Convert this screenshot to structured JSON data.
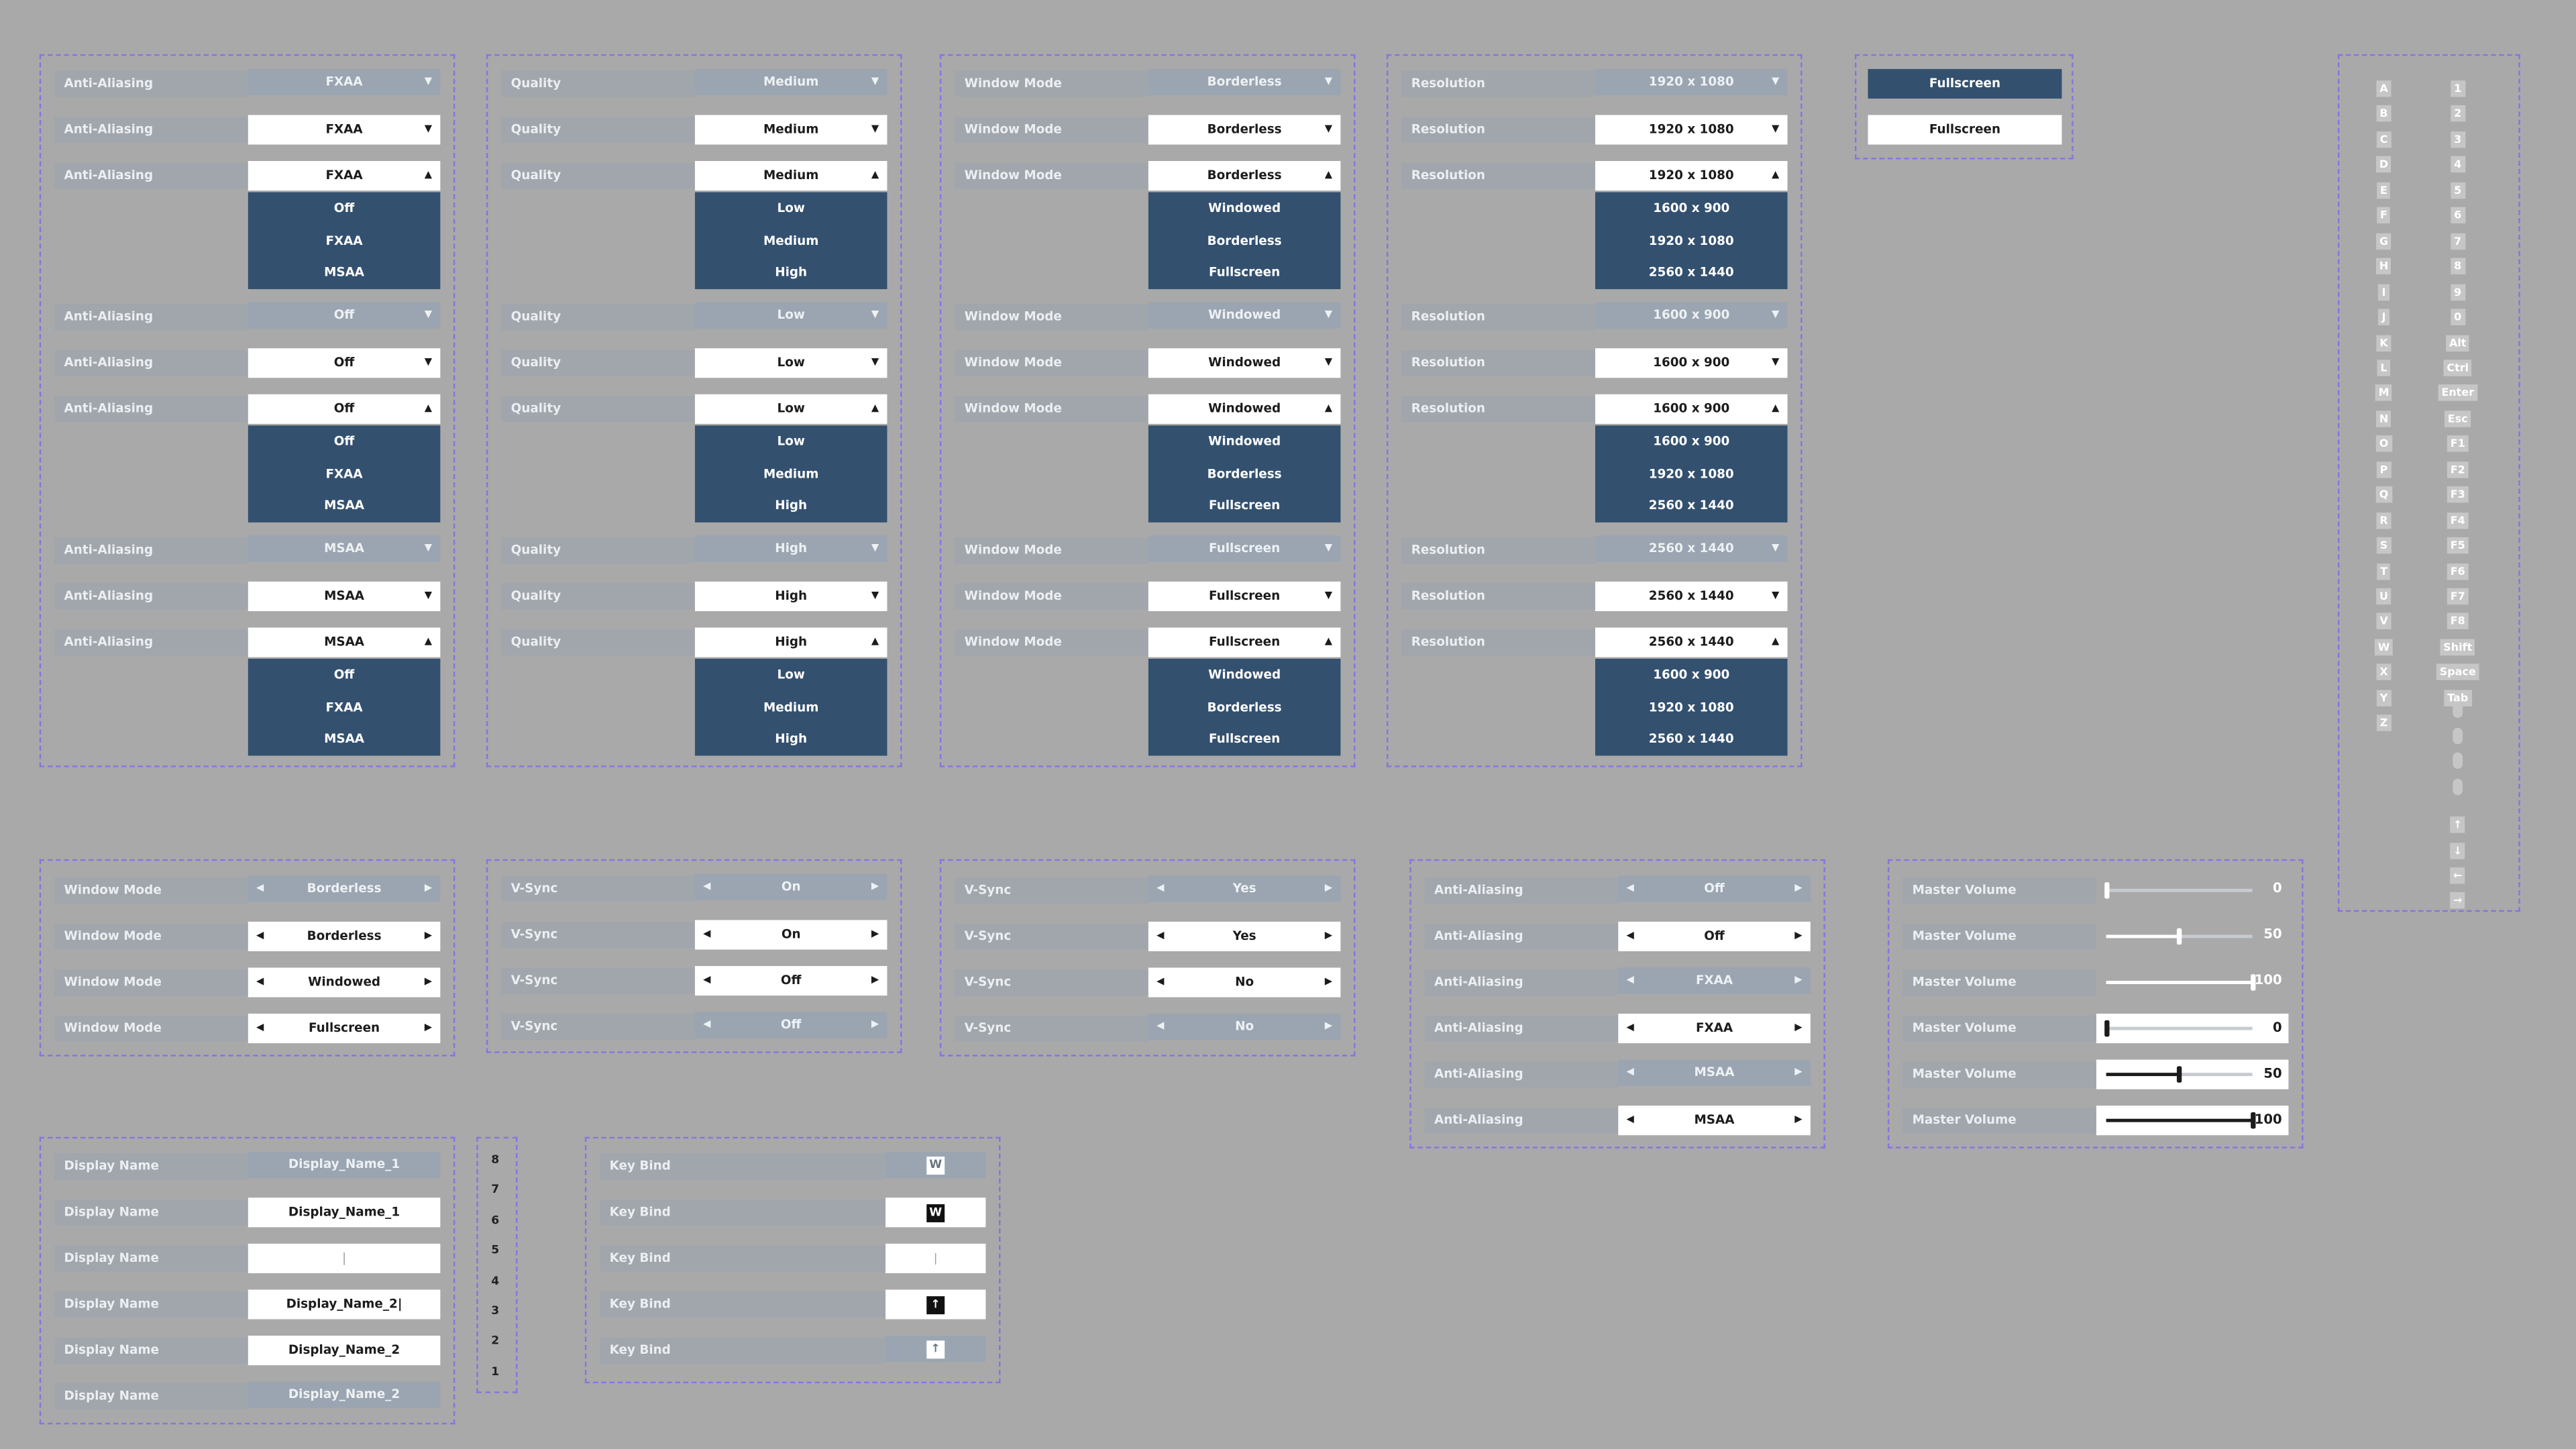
{
  "colors": {
    "background": "#a9a9a9",
    "label_bg": "#a1a6ad",
    "control_normal": "#9aa5b1",
    "control_active": "#ffffff",
    "selected": "#33506f",
    "group_border": "#8a72e0"
  },
  "dropdowns": [
    {
      "label": "Anti-Aliasing",
      "options": [
        "Off",
        "FXAA",
        "MSAA"
      ],
      "order": [
        "FXAA",
        "Off",
        "MSAA"
      ]
    },
    {
      "label": "Quality",
      "options": [
        "Low",
        "Medium",
        "High"
      ],
      "order": [
        "Medium",
        "Low",
        "High"
      ]
    },
    {
      "label": "Window Mode",
      "options": [
        "Windowed",
        "Borderless",
        "Fullscreen"
      ],
      "order": [
        "Borderless",
        "Windowed",
        "Fullscreen"
      ]
    },
    {
      "label": "Resolution",
      "options": [
        "1600 x 900",
        "1920 x 1080",
        "2560 x 1440"
      ],
      "order": [
        "1920 x 1080",
        "1600 x 900",
        "2560 x 1440"
      ]
    }
  ],
  "buttons": {
    "fullscreen_selected": "Fullscreen",
    "fullscreen_normal": "Fullscreen"
  },
  "steppers": [
    {
      "label": "Window Mode",
      "rows": [
        {
          "value": "Borderless",
          "state": "n"
        },
        {
          "value": "Borderless",
          "state": "a"
        },
        {
          "value": "Windowed",
          "state": "a"
        },
        {
          "value": "Fullscreen",
          "state": "a"
        }
      ]
    },
    {
      "label": "V-Sync",
      "rows": [
        {
          "value": "On",
          "state": "n"
        },
        {
          "value": "On",
          "state": "a"
        },
        {
          "value": "Off",
          "state": "a"
        },
        {
          "value": "Off",
          "state": "n"
        }
      ]
    },
    {
      "label": "V-Sync",
      "rows": [
        {
          "value": "Yes",
          "state": "n"
        },
        {
          "value": "Yes",
          "state": "a"
        },
        {
          "value": "No",
          "state": "a"
        },
        {
          "value": "No",
          "state": "n"
        }
      ]
    },
    {
      "label": "Anti-Aliasing",
      "rows": [
        {
          "value": "Off",
          "state": "n"
        },
        {
          "value": "Off",
          "state": "a"
        },
        {
          "value": "FXAA",
          "state": "n"
        },
        {
          "value": "FXAA",
          "state": "a"
        },
        {
          "value": "MSAA",
          "state": "n"
        },
        {
          "value": "MSAA",
          "state": "a"
        }
      ]
    }
  ],
  "sliders": {
    "label": "Master Volume",
    "rows": [
      {
        "value": 0,
        "state": "n"
      },
      {
        "value": 50,
        "state": "n"
      },
      {
        "value": 100,
        "state": "n"
      },
      {
        "value": 0,
        "state": "a"
      },
      {
        "value": 50,
        "state": "a"
      },
      {
        "value": 100,
        "state": "a"
      }
    ]
  },
  "text_inputs": {
    "label": "Display Name",
    "rows": [
      {
        "value": "Display_Name_1",
        "state": "n"
      },
      {
        "value": "Display_Name_1",
        "state": "a"
      },
      {
        "value": "|",
        "state": "a"
      },
      {
        "value": "Display_Name_2|",
        "state": "a"
      },
      {
        "value": "Display_Name_2",
        "state": "a"
      },
      {
        "value": "Display_Name_2",
        "state": "n"
      }
    ]
  },
  "number_list": [
    "8",
    "7",
    "6",
    "5",
    "4",
    "3",
    "2",
    "1"
  ],
  "keybinds": {
    "label": "Key Bind",
    "rows": [
      {
        "icon": "W",
        "state": "n"
      },
      {
        "icon": "W",
        "state": "a"
      },
      {
        "icon": "|",
        "state": "a"
      },
      {
        "icon": "↑",
        "state": "a"
      },
      {
        "icon": "↑",
        "state": "n"
      }
    ]
  },
  "key_glyphs": {
    "letters": [
      "A",
      "B",
      "C",
      "D",
      "E",
      "F",
      "G",
      "H",
      "I",
      "J",
      "K",
      "L",
      "M",
      "N",
      "O",
      "P",
      "Q",
      "R",
      "S",
      "T",
      "U",
      "V",
      "W",
      "X",
      "Y",
      "Z"
    ],
    "others": [
      "1",
      "2",
      "3",
      "4",
      "5",
      "6",
      "7",
      "8",
      "9",
      "0",
      "Alt",
      "Ctrl",
      "Enter",
      "Esc",
      "F1",
      "F2",
      "F3",
      "F4",
      "F5",
      "F6",
      "F7",
      "F8",
      "Shift",
      "Space",
      "Tab"
    ],
    "mouse_icons": [
      "mouse-icon",
      "mouse-left-icon",
      "mouse-right-icon",
      "mouse-scroll-icon"
    ],
    "arrow_icons": [
      "↑",
      "↓",
      "←",
      "→"
    ]
  }
}
